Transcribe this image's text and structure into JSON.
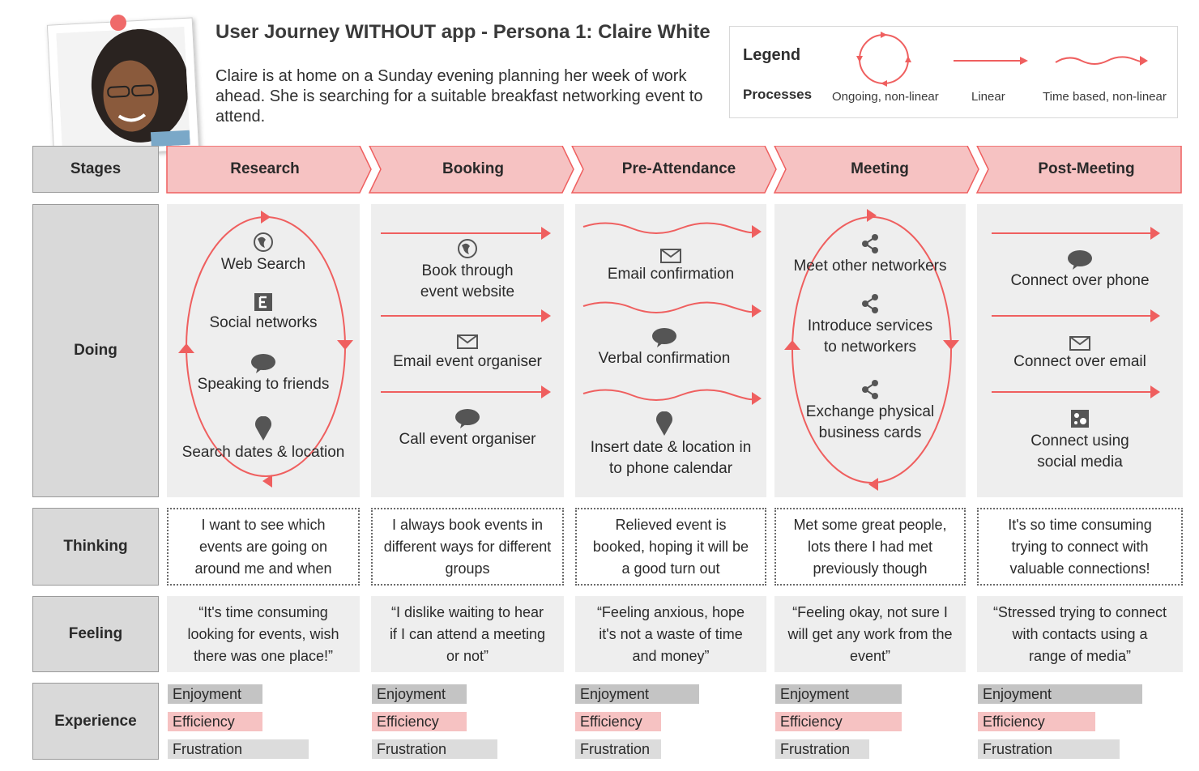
{
  "header": {
    "title": "User Journey WITHOUT app - Persona 1: Claire White",
    "description": "Claire is at home on a Sunday evening planning her week of work ahead. She is searching for a suitable breakfast networking event to attend."
  },
  "legend": {
    "title": "Legend",
    "processes_label": "Processes",
    "ongoing": "Ongoing, non-linear",
    "linear": "Linear",
    "time_based": "Time based, non-linear"
  },
  "rows": {
    "stages": "Stages",
    "doing": "Doing",
    "thinking": "Thinking",
    "feeling": "Feeling",
    "experience": "Experience"
  },
  "stages": [
    "Research",
    "Booking",
    "Pre-Attendance",
    "Meeting",
    "Post-Meeting"
  ],
  "doing": {
    "research": [
      "Web Search",
      "Social networks",
      "Speaking to friends",
      "Search dates & location"
    ],
    "booking": [
      "Book through event website",
      "Email event organiser",
      "Call event organiser"
    ],
    "pre_attendance": [
      "Email confirmation",
      "Verbal confirmation",
      "Insert date & location in to phone calendar"
    ],
    "meeting": [
      "Meet other networkers",
      "Introduce services to networkers",
      "Exchange physical business cards"
    ],
    "post_meeting": [
      "Connect over phone",
      "Connect over email",
      "Connect using social media"
    ]
  },
  "thinking": [
    "I want to see which events are going on around me and when",
    "I always book events in different ways for different groups",
    "Relieved event is booked, hoping it will be a good turn out",
    "Met some great people, lots there I had met previously though",
    "It's so time consuming trying to connect with valuable connections!"
  ],
  "feeling": [
    "“It's time consuming looking for events, wish there was one place!”",
    "“I dislike waiting to hear if I can attend a meeting or not”",
    "“Feeling anxious, hope it's not a waste of time and money”",
    "“Feeling okay, not sure I will get any work from the event”",
    "“Stressed trying to connect with contacts using a range of media”"
  ],
  "experience_labels": {
    "enjoyment": "Enjoyment",
    "efficiency": "Efficiency",
    "frustration": "Frustration"
  },
  "experience_levels": [
    {
      "enjoyment": 0.49,
      "efficiency": 0.49,
      "frustration": 0.73
    },
    {
      "enjoyment": 0.49,
      "efficiency": 0.49,
      "frustration": 0.65
    },
    {
      "enjoyment": 0.65,
      "efficiency": 0.45,
      "frustration": 0.45
    },
    {
      "enjoyment": 0.66,
      "efficiency": 0.66,
      "frustration": 0.49
    },
    {
      "enjoyment": 0.8,
      "efficiency": 0.57,
      "frustration": 0.69
    }
  ],
  "colors": {
    "accent": "#f6c2c2",
    "accent_stroke": "#ef5f5f",
    "row_header": "#d9d9d9",
    "panel": "#eeeeee"
  },
  "icons": {
    "research": [
      "globe-icon",
      "social-network-icon",
      "speech-bubble-icon",
      "location-pin-icon"
    ],
    "booking": [
      "globe-icon",
      "envelope-icon",
      "speech-bubble-icon"
    ],
    "pre_attendance": [
      "envelope-icon",
      "speech-bubble-icon",
      "location-pin-icon"
    ],
    "meeting": [
      "share-icon",
      "share-icon",
      "share-icon"
    ],
    "post_meeting": [
      "speech-bubble-icon",
      "envelope-icon",
      "social-media-icon"
    ]
  }
}
